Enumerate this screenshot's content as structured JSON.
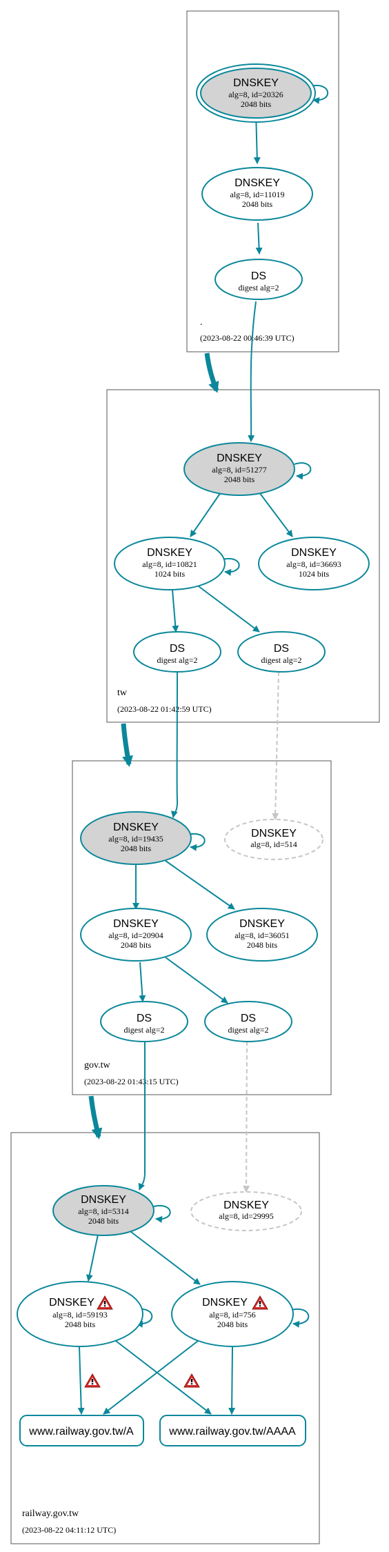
{
  "colors": {
    "edge": "#0a879a",
    "ksk_fill": "#d3d3d3",
    "ghost": "#c6c6c6",
    "warning": "#d42a2a"
  },
  "zones": [
    {
      "name": ".",
      "date": "(2023-08-22 00:46:39 UTC)"
    },
    {
      "name": "tw",
      "date": "(2023-08-22 01:42:59 UTC)"
    },
    {
      "name": "gov.tw",
      "date": "(2023-08-22 01:43:15 UTC)"
    },
    {
      "name": "railway.gov.tw",
      "date": "(2023-08-22 04:11:12 UTC)"
    }
  ],
  "nodes": {
    "root_ksk": {
      "title": "DNSKEY",
      "l1": "alg=8, id=20326",
      "l2": "2048 bits"
    },
    "root_zsk": {
      "title": "DNSKEY",
      "l1": "alg=8, id=11019",
      "l2": "2048 bits"
    },
    "root_ds": {
      "title": "DS",
      "l1": "digest alg=2"
    },
    "tw_ksk": {
      "title": "DNSKEY",
      "l1": "alg=8, id=51277",
      "l2": "2048 bits"
    },
    "tw_zsk1": {
      "title": "DNSKEY",
      "l1": "alg=8, id=10821",
      "l2": "1024 bits"
    },
    "tw_zsk2": {
      "title": "DNSKEY",
      "l1": "alg=8, id=36693",
      "l2": "1024 bits"
    },
    "tw_ds1": {
      "title": "DS",
      "l1": "digest alg=2"
    },
    "tw_ds2": {
      "title": "DS",
      "l1": "digest alg=2"
    },
    "gov_ksk": {
      "title": "DNSKEY",
      "l1": "alg=8, id=19435",
      "l2": "2048 bits"
    },
    "gov_ghost": {
      "title": "DNSKEY",
      "l1": "alg=8, id=514"
    },
    "gov_zsk1": {
      "title": "DNSKEY",
      "l1": "alg=8, id=20904",
      "l2": "2048 bits"
    },
    "gov_zsk2": {
      "title": "DNSKEY",
      "l1": "alg=8, id=36051",
      "l2": "2048 bits"
    },
    "gov_ds1": {
      "title": "DS",
      "l1": "digest alg=2"
    },
    "gov_ds2": {
      "title": "DS",
      "l1": "digest alg=2"
    },
    "rw_ksk": {
      "title": "DNSKEY",
      "l1": "alg=8, id=5314",
      "l2": "2048 bits"
    },
    "rw_ghost": {
      "title": "DNSKEY",
      "l1": "alg=8, id=29995"
    },
    "rw_zsk1": {
      "title": "DNSKEY",
      "l1": "alg=8, id=59193",
      "l2": "2048 bits"
    },
    "rw_zsk2": {
      "title": "DNSKEY",
      "l1": "alg=8, id=756",
      "l2": "2048 bits"
    },
    "rr_a": {
      "title": "www.railway.gov.tw/A"
    },
    "rr_aaaa": {
      "title": "www.railway.gov.tw/AAAA"
    }
  }
}
